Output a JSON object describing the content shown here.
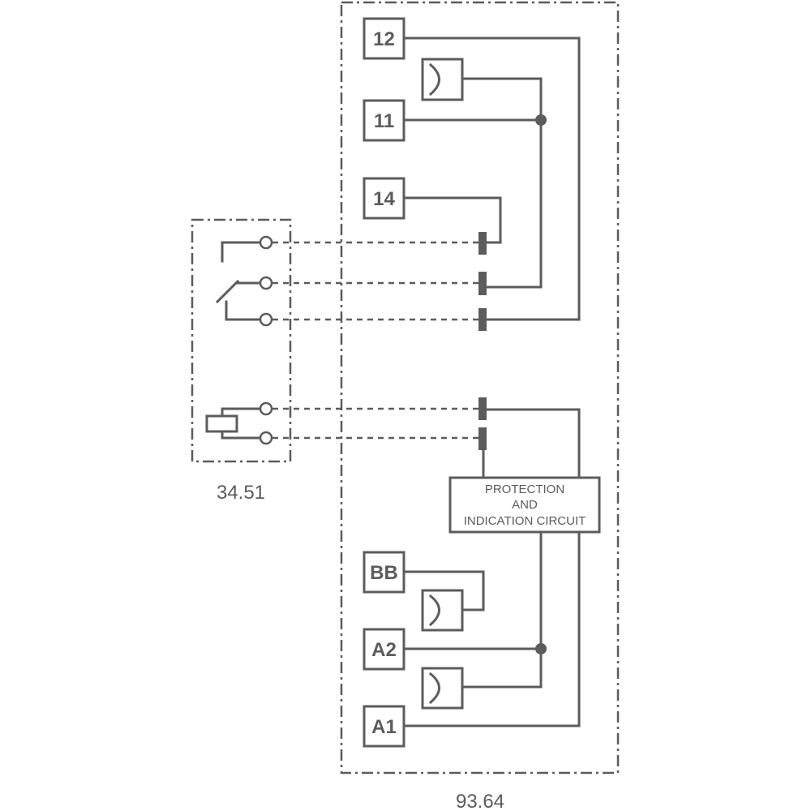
{
  "modules": {
    "socket_label": "93.64",
    "relay_label": "34.51"
  },
  "terminals": {
    "t12": "12",
    "t11": "11",
    "t14": "14",
    "tbb": "BB",
    "ta2": "A2",
    "ta1": "A1"
  },
  "block": {
    "line1": "PROTECTION",
    "line2": "AND",
    "line3": "INDICATION CIRCUIT"
  }
}
